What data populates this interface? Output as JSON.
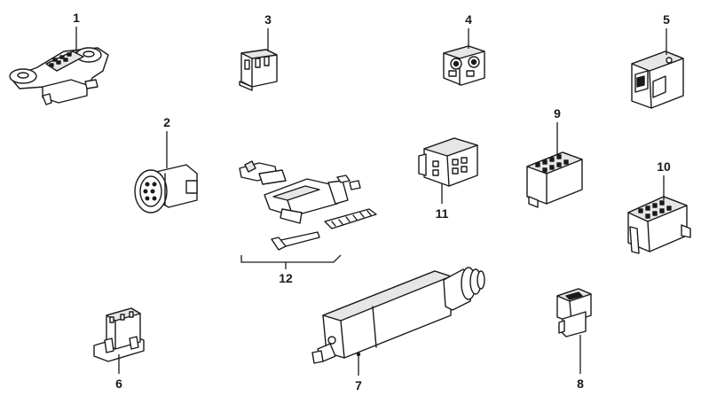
{
  "diagram": {
    "type": "parts-exploded-view",
    "callouts": {
      "c1": "1",
      "c2": "2",
      "c3": "3",
      "c4": "4",
      "c5": "5",
      "c6": "6",
      "c7": "7",
      "c8": "8",
      "c9": "9",
      "c10": "10",
      "c11": "11",
      "c12": "12"
    },
    "colors": {
      "line": "#1a1a1a",
      "background": "#ffffff"
    }
  }
}
